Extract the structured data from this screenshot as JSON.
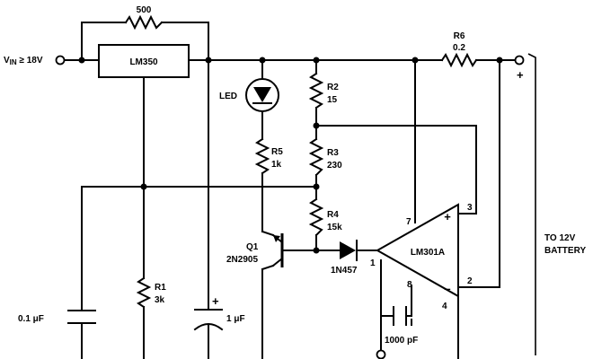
{
  "vin_label": {
    "main": "V",
    "sub": "IN",
    "rest": " ≥ 18V"
  },
  "output_plus": "+",
  "battery_label": [
    "TO 12V",
    "BATTERY"
  ],
  "components": {
    "r_bypass": {
      "value": "500"
    },
    "regulator": {
      "name": "LM350"
    },
    "r6": {
      "ref": "R6",
      "value": "0.2"
    },
    "led": {
      "name": "LED"
    },
    "r2": {
      "ref": "R2",
      "value": "15"
    },
    "r3": {
      "ref": "R3",
      "value": "230"
    },
    "r4": {
      "ref": "R4",
      "value": "15k"
    },
    "r5": {
      "ref": "R5",
      "value": "1k"
    },
    "q1": {
      "ref": "Q1",
      "part": "2N2905"
    },
    "diode": {
      "part": "1N457"
    },
    "opamp": {
      "name": "LM301A",
      "pins": {
        "p7": "7",
        "p3": "3",
        "p2": "2",
        "p1": "1",
        "p8": "8",
        "p4": "4"
      },
      "plus": "+",
      "minus": "–"
    },
    "r1": {
      "ref": "R1",
      "value": "3k"
    },
    "c_in": {
      "value": "0.1 μF"
    },
    "c_adj": {
      "value": "1 μF",
      "polarity": "+"
    },
    "c_comp": {
      "value": "1000 pF"
    }
  }
}
